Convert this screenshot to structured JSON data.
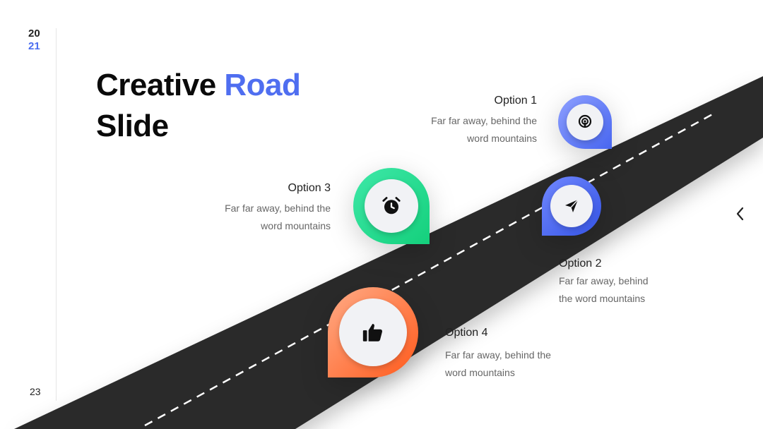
{
  "sidebar": {
    "year_top": "20",
    "year_bottom": "21",
    "page_number": "23"
  },
  "title": {
    "part1": "Creative ",
    "accent": "Road",
    "part2": "Slide"
  },
  "options": [
    {
      "title": "Option 1",
      "line1": "Far far away, behind the",
      "line2": "word mountains",
      "icon": "podcast-icon"
    },
    {
      "title": "Option 2",
      "line1": "Far far away, behind",
      "line2": "the word mountains",
      "icon": "send-icon"
    },
    {
      "title": "Option 3",
      "line1": "Far far away, behind the",
      "line2": "word mountains",
      "icon": "alarm-clock-icon"
    },
    {
      "title": "Option 4",
      "line1": "Far far away, behind the",
      "line2": "word mountains",
      "icon": "thumbs-up-icon"
    }
  ],
  "colors": {
    "accent": "#4f6ef0",
    "road": "#2b2b2b",
    "option1": "#5b72f2",
    "option2": "#3d5ee8",
    "option3": "#22d88f",
    "option4": "#ff6a2e"
  }
}
